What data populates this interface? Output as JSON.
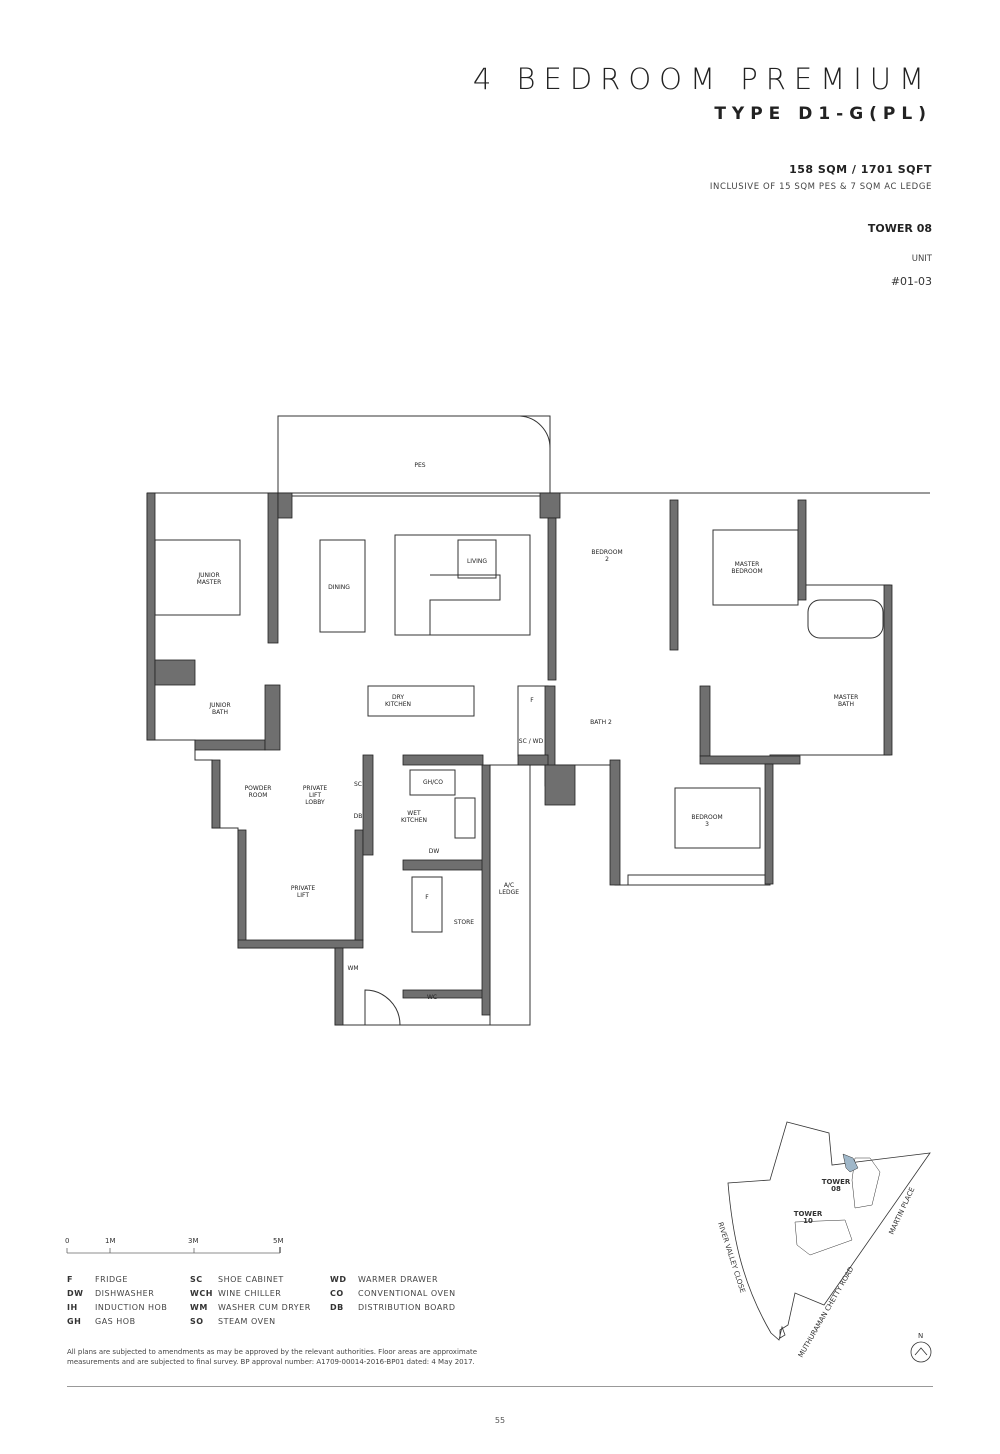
{
  "header": {
    "title": "4 BEDROOM PREMIUM",
    "type": "TYPE D1-G(PL)",
    "area": "158 SQM / 1701 SQFT",
    "inclusive": "INCLUSIVE OF 15 SQM PES & 7 SQM AC LEDGE",
    "tower": "TOWER 08",
    "unit_label": "UNIT",
    "unit_number": "#01-03"
  },
  "floorplan": {
    "rooms": {
      "pes": "PES",
      "junior_master_1": "JUNIOR",
      "junior_master_2": "MASTER",
      "dining": "DINING",
      "living": "LIVING",
      "bedroom2_1": "BEDROOM",
      "bedroom2_2": "2",
      "master_bed_1": "MASTER",
      "master_bed_2": "BEDROOM",
      "master_bath_1": "MASTER",
      "master_bath_2": "BATH",
      "dry_kitchen_1": "DRY",
      "dry_kitchen_2": "KITCHEN",
      "junior_bath_1": "JUNIOR",
      "junior_bath_2": "BATH",
      "bath2": "BATH 2",
      "fridge1": "F",
      "sc_wd": "SC / WD",
      "powder_1": "POWDER",
      "powder_2": "ROOM",
      "lobby_1": "PRIVATE",
      "lobby_2": "LIFT",
      "lobby_3": "LOBBY",
      "sc": "SC",
      "db": "DB",
      "gh_co": "GH/CO",
      "wet_kitchen_1": "WET",
      "wet_kitchen_2": "KITCHEN",
      "dw": "DW",
      "fridge2": "F",
      "store": "STORE",
      "ac_ledge_1": "A/C",
      "ac_ledge_2": "LEDGE",
      "bedroom3_1": "BEDROOM",
      "bedroom3_2": "3",
      "private_lift_1": "PRIVATE",
      "private_lift_2": "LIFT",
      "wm": "WM",
      "wc": "WC"
    }
  },
  "scale_bar": {
    "ticks": [
      "0",
      "1M",
      "3M",
      "5M"
    ]
  },
  "legend": [
    [
      {
        "abbr": "F",
        "text": "FRIDGE"
      },
      {
        "abbr": "DW",
        "text": "DISHWASHER"
      },
      {
        "abbr": "IH",
        "text": "INDUCTION HOB"
      },
      {
        "abbr": "GH",
        "text": "GAS HOB"
      }
    ],
    [
      {
        "abbr": "SC",
        "text": "SHOE CABINET"
      },
      {
        "abbr": "WCH",
        "text": "WINE CHILLER"
      },
      {
        "abbr": "WM",
        "text": "WASHER CUM DRYER"
      },
      {
        "abbr": "SO",
        "text": "STEAM OVEN"
      }
    ],
    [
      {
        "abbr": "WD",
        "text": "WARMER DRAWER"
      },
      {
        "abbr": "CO",
        "text": "CONVENTIONAL OVEN"
      },
      {
        "abbr": "DB",
        "text": "DISTRIBUTION BOARD"
      }
    ]
  ],
  "note": "All plans are subjected to amendments as may be approved by the relevant authorities. Floor areas are approximate measurements and are subjected to final survey. BP approval number: A1709-00014-2016-BP01 dated: 4 May 2017.",
  "site_plan": {
    "tower08": [
      "TOWER",
      "08"
    ],
    "tower10": [
      "TOWER",
      "10"
    ],
    "roads": {
      "river_valley": "RIVER VALLEY CLOSE",
      "muthuraman": "MUTHURAMAN CHETTY ROAD",
      "martin": "MARTIN PLACE"
    },
    "north": "N",
    "highlight_color": "#9fb7c9"
  },
  "page_number": "55"
}
